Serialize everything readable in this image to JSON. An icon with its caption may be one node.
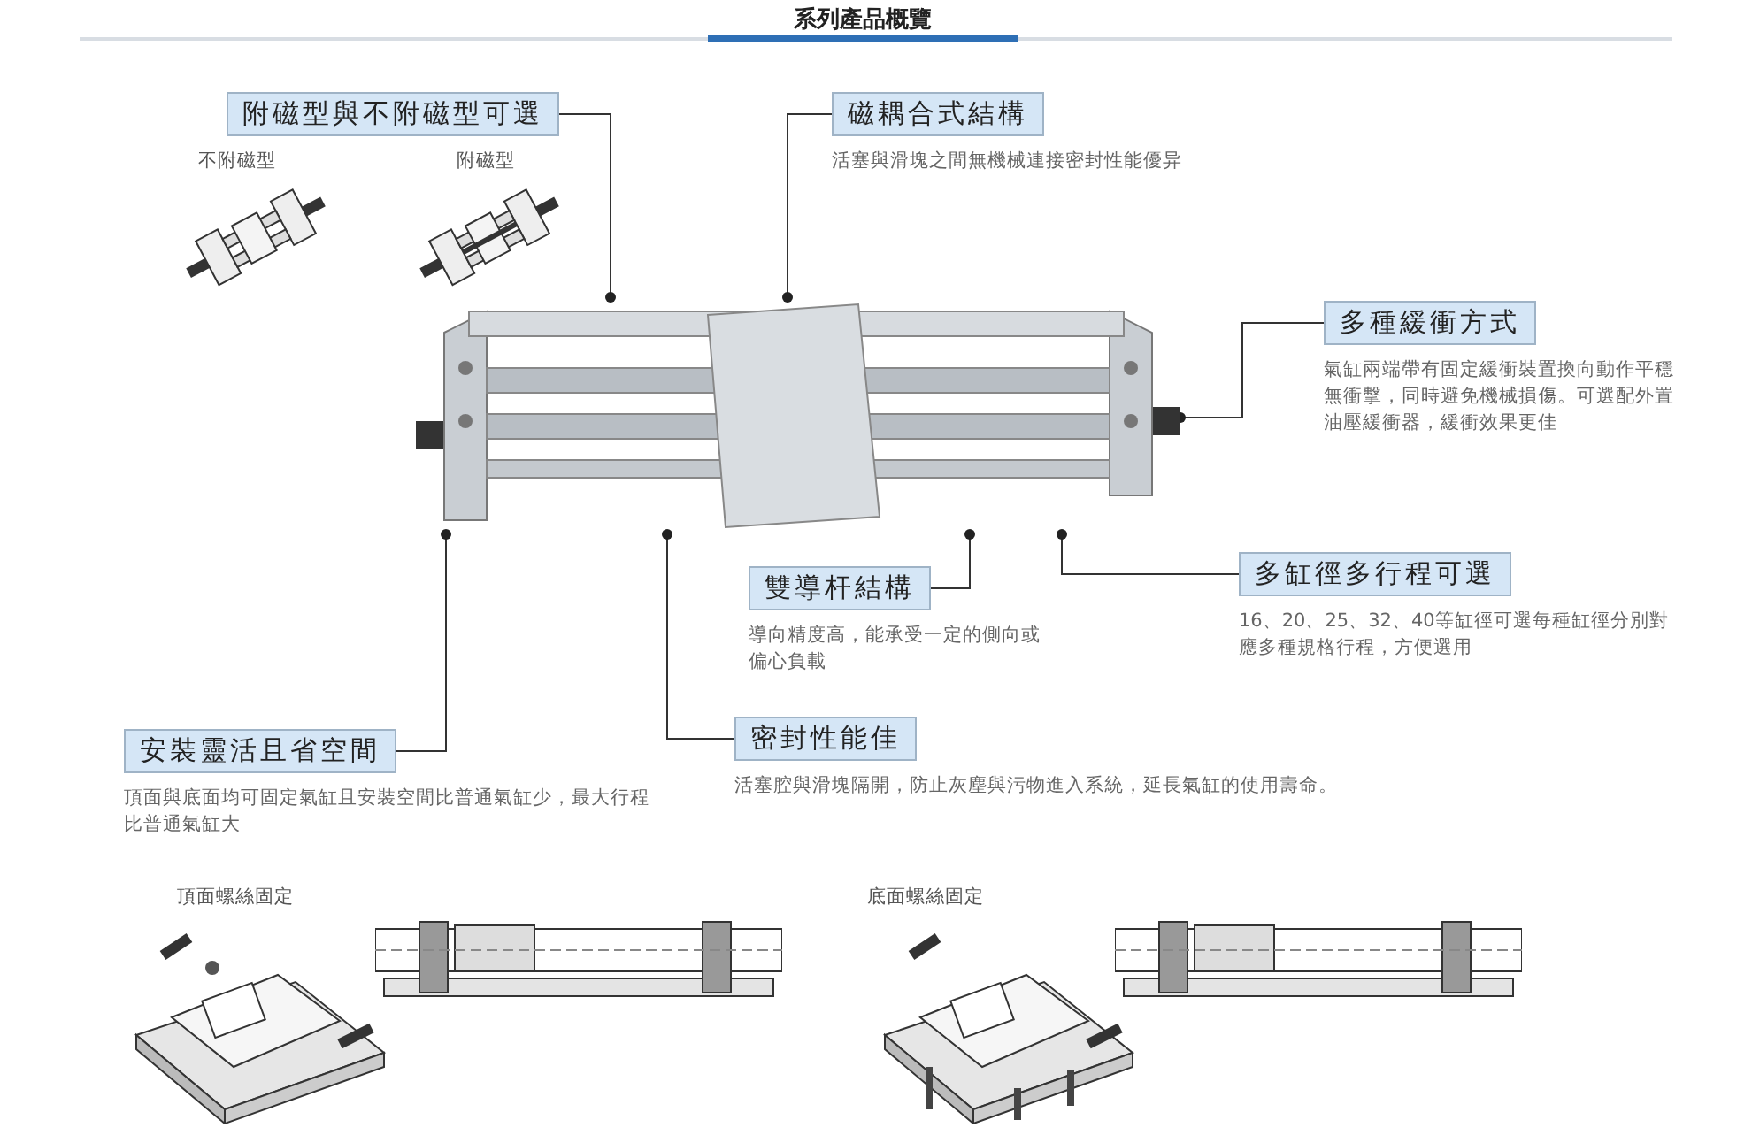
{
  "diagram": {
    "title": "系列產品概覽",
    "nodes": [
      {
        "text": [],
        "shape": "picture"
      },
      {
        "text": [
          "附磁型與不附磁型可選"
        ]
      },
      {
        "text": [
          "磁耦合式結構",
          "活塞與滑塊之間無機械連接密封性能優异"
        ]
      },
      {
        "text": [
          "多種緩衝方式",
          "氣缸兩端帶有固定緩衝裝置換向動作平穩無衝擊，同時避免機械損傷。可選配外置油壓緩衝器，緩衝效果更佳"
        ]
      },
      {
        "text": [
          "多缸徑多行程可選",
          "16、20、25、32、40等缸徑可選每種缸徑分別對應多種規格行程，方便選用"
        ]
      },
      {
        "text": [
          "雙導杆結構",
          "導向精度高，能承受一定的側向或偏心負載"
        ]
      },
      {
        "text": [
          "密封性能佳",
          "活塞腔與滑塊隔開，防止灰塵與污物進入系統，延長氣缸的使用壽命。"
        ]
      },
      {
        "text": [
          "安裝靈活且省空間",
          "頂面與底面均可固定氣缸且安裝空間比普通氣缸少，最大行程比普通氣缸大"
        ]
      }
    ],
    "edges": [
      {
        "from": 1,
        "to": 0,
        "arrow": "other"
      },
      {
        "from": 2,
        "to": 0,
        "arrow": "other"
      },
      {
        "from": 3,
        "to": 0,
        "arrow": "other"
      },
      {
        "from": 4,
        "to": 0,
        "arrow": "other"
      },
      {
        "from": 5,
        "to": 0,
        "arrow": "other"
      },
      {
        "from": 6,
        "to": 0,
        "arrow": "other"
      },
      {
        "from": 7,
        "to": 0,
        "arrow": "other"
      }
    ],
    "labels": [
      "不附磁型",
      "附磁型",
      "頂面螺絲固定",
      "底面螺絲固定"
    ]
  }
}
